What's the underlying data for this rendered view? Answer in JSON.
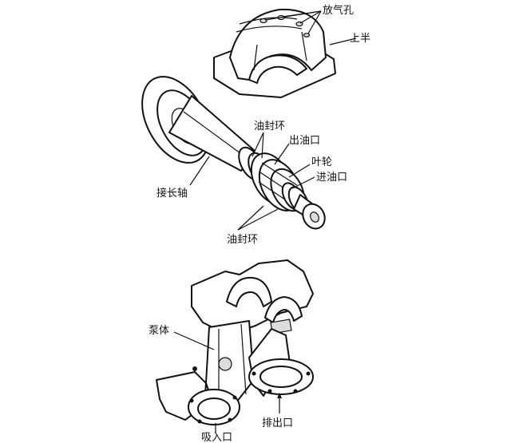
{
  "labels": {
    "vent_hole": "放气孔",
    "upper_half": "上半",
    "oil_seal_ring_top": "油封环",
    "oil_outlet": "出油口",
    "impeller": "叶轮",
    "oil_inlet": "进油口",
    "extension_shaft": "接长轴",
    "oil_seal_ring_bottom": "油封环",
    "pump_body": "泵体",
    "discharge_port": "排出口",
    "suction_port": "吸入口"
  }
}
